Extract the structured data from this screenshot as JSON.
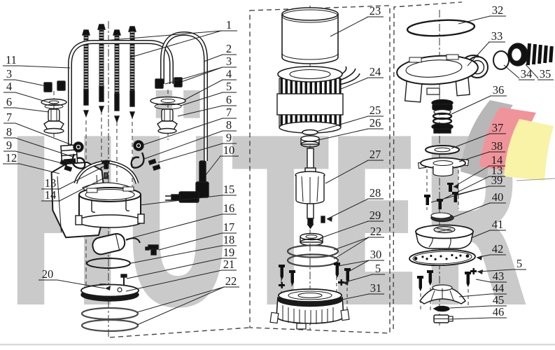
{
  "document": {
    "kind": "exploded parts diagram of submersible pump",
    "brand": "HÜTER"
  },
  "watermark": {
    "text": "HÜTER",
    "color": "#c3c3c3"
  },
  "logo": {
    "gray": "#b7b7b7",
    "red": "#f0949c",
    "yellow": "#f8f3a6"
  },
  "line_color": "#1a1a1a",
  "part_numbers": {
    "1": "1",
    "2": "2",
    "3": "3",
    "4": "4",
    "5": "5",
    "6": "6",
    "7": "7",
    "8": "8",
    "9": "9",
    "10": "10",
    "11": "11",
    "12": "12",
    "13": "13",
    "14": "14",
    "15": "15",
    "16": "16",
    "17": "17",
    "18": "18",
    "19": "19",
    "20": "20",
    "21": "21",
    "22": "22",
    "23": "23",
    "24": "24",
    "25": "25",
    "26": "26",
    "27": "27",
    "28": "28",
    "29": "29",
    "30": "30",
    "31": "31",
    "32": "32",
    "33": "33",
    "34": "34",
    "35": "35",
    "36": "36",
    "37": "37",
    "38": "38",
    "39": "39",
    "40": "40",
    "41": "41",
    "42": "42",
    "43": "43",
    "44": "44",
    "45": "45",
    "46": "46"
  }
}
